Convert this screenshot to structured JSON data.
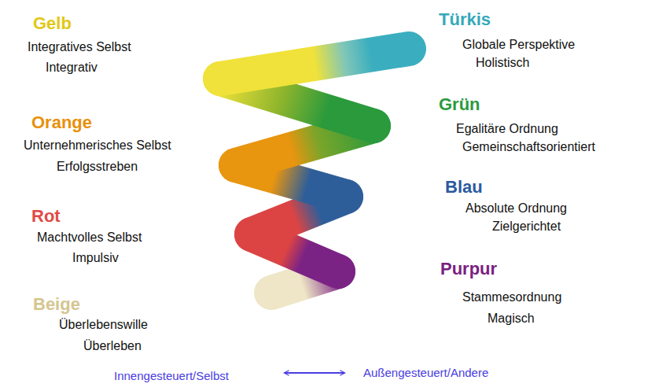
{
  "diagram": {
    "labels": [
      "Gelb",
      "Integratives Selbst",
      "Integrativ",
      "Türkis",
      "Globale Perspektive",
      "Holistisch",
      "Grün",
      "Egalitäre Ordnung",
      "Gemeinschaftsorientiert",
      "Orange",
      "Unternehmerisches Selbst",
      "Erfolgsstreben",
      "Blau",
      "Absolute Ordnung",
      "Zielgerichtet",
      "Rot",
      "Machtvolles Selbst",
      "Impulsiv",
      "Purpur",
      "Stammesordnung",
      "Magisch",
      "Beige",
      "Überlebenswille",
      "Überleben",
      "Innengesteuert/Selbst",
      "Außengesteuert/Andere"
    ]
  }
}
